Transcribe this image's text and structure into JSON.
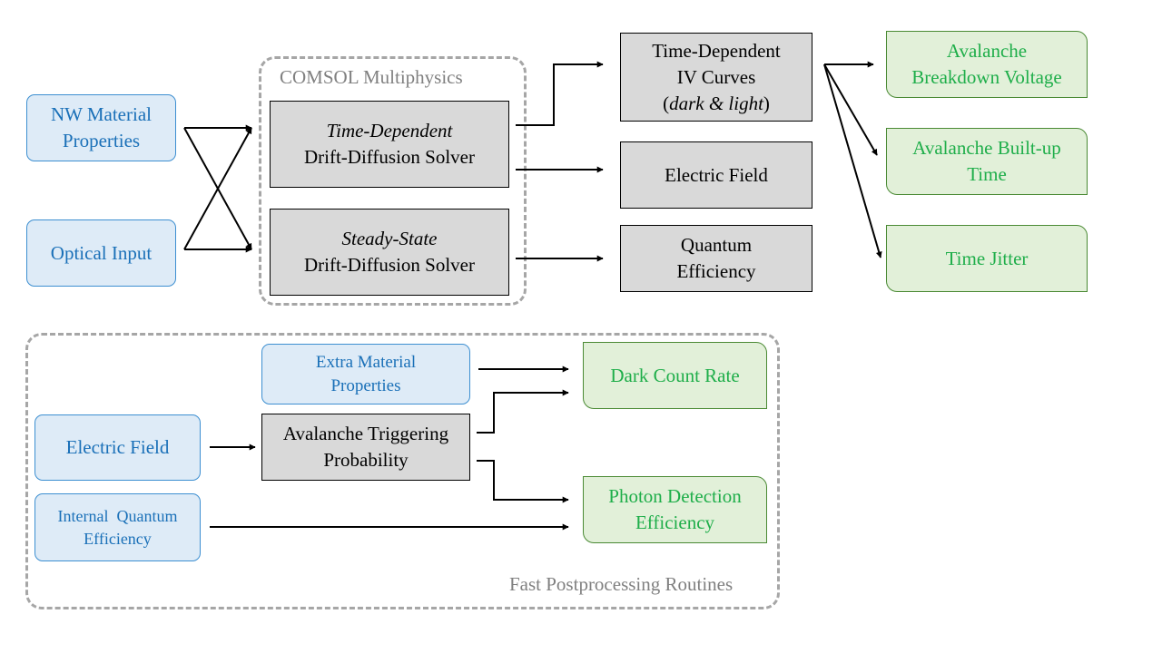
{
  "groups": {
    "comsol": "COMSOL Multiphysics",
    "postprocessing": "Fast Postprocessing Routines"
  },
  "inputs": {
    "nw_material": [
      "NW Material",
      "Properties"
    ],
    "optical_input": "Optical Input"
  },
  "solvers": {
    "time_dependent": {
      "line1": "Time-Dependent",
      "line2": "Drift-Diffusion Solver"
    },
    "steady_state": {
      "line1": "Steady-State",
      "line2": "Drift-Diffusion Solver"
    }
  },
  "outputs": {
    "iv_curves": {
      "line1": "Time-Dependent",
      "line2": "IV Curves",
      "paren_open": "(",
      "dark": "dark",
      "amp": " & ",
      "light": "light",
      "paren_close": ")"
    },
    "electric_field": "Electric Field",
    "quantum_efficiency": [
      "Quantum",
      "Efficiency"
    ]
  },
  "metrics": {
    "breakdown_voltage": [
      "Avalanche",
      "Breakdown Voltage"
    ],
    "builtup_time": [
      "Avalanche Built-up",
      "Time"
    ],
    "time_jitter": "Time Jitter"
  },
  "post_inputs": {
    "extra_material": [
      "Extra Material",
      "Properties"
    ],
    "electric_field": "Electric Field",
    "internal_qe": [
      "Internal  Quantum",
      "Efficiency"
    ]
  },
  "post_process": {
    "avalanche_triggering": [
      "Avalanche Triggering",
      "Probability"
    ]
  },
  "post_outputs": {
    "dark_count_rate": "Dark Count Rate",
    "photon_detection": [
      "Photon Detection",
      "Efficiency"
    ]
  },
  "colors": {
    "input_fill": "#deebf7",
    "input_text": "#1a70b8",
    "process_fill": "#d9d9d9",
    "metric_fill": "#e2f0d9",
    "metric_text": "#1fae4a",
    "group_border": "#a6a6a6"
  }
}
